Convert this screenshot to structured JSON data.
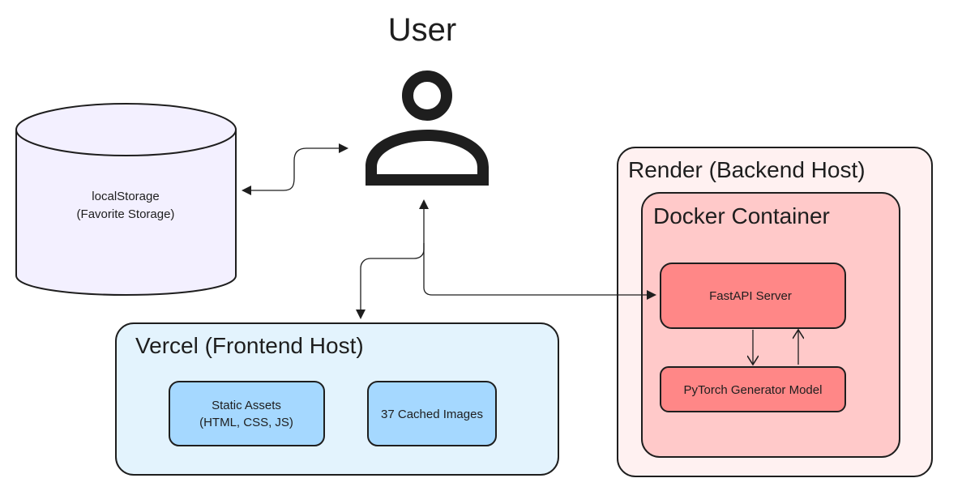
{
  "user": {
    "label": "User",
    "icon": "user-icon"
  },
  "storage": {
    "line1": "localStorage",
    "line2": "(Favorite Storage)",
    "fill": "#f3f0ff"
  },
  "vercel": {
    "title": "Vercel (Frontend Host)",
    "fill": "#e3f3fd",
    "boxes": [
      {
        "line1": "Static Assets",
        "line2": "(HTML, CSS, JS)"
      },
      {
        "line1": "37 Cached Images"
      }
    ],
    "box_fill": "#a5d8ff"
  },
  "render": {
    "title": "Render (Backend Host)",
    "fill": "#fff1f1",
    "docker": {
      "title": "Docker Container",
      "fill": "#ffc9c9",
      "server": "FastAPI Server",
      "model": "PyTorch Generator Model",
      "box_fill": "#ff8787"
    }
  }
}
